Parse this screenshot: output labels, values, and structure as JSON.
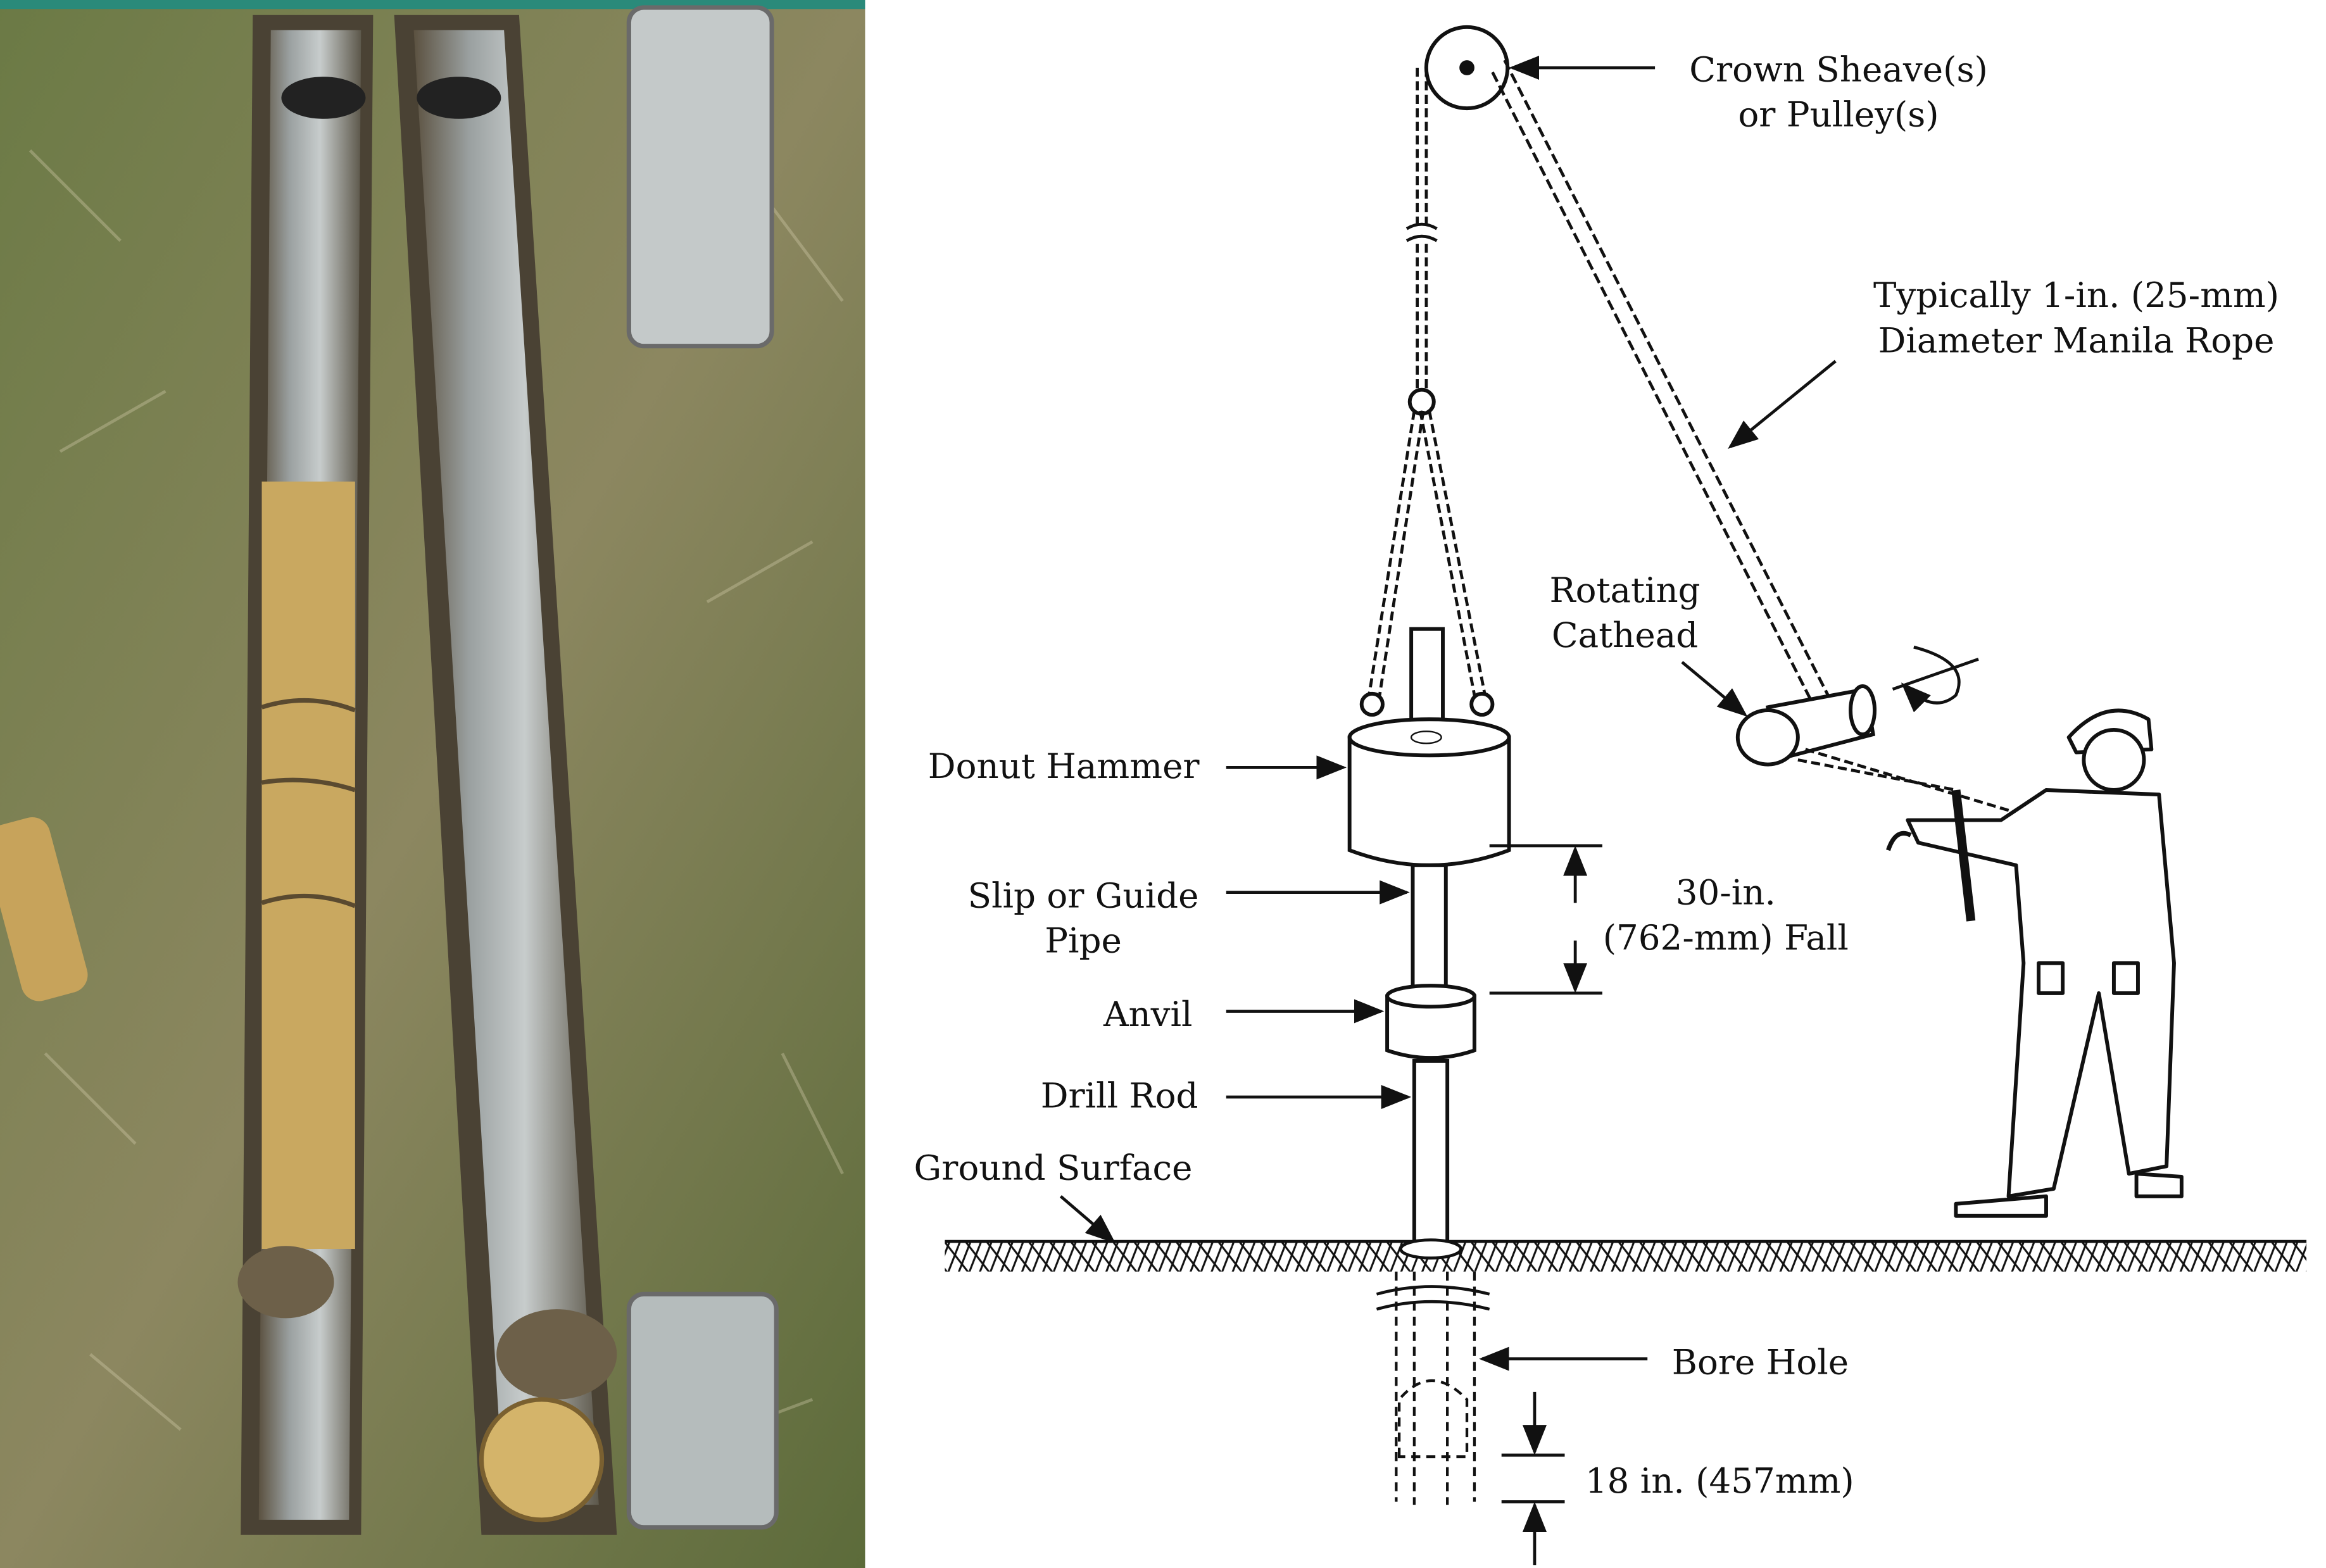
{
  "figure": {
    "photo": {
      "subject": "split-spoon-sampler-photo"
    },
    "diagram": {
      "labels": {
        "crown_sheave_1": "Crown Sheave(s)",
        "crown_sheave_2": "or Pulley(s)",
        "rope_1": "Typically 1-in. (25-mm)",
        "rope_2": "Diameter Manila Rope",
        "cathead_1": "Rotating",
        "cathead_2": "Cathead",
        "donut_hammer": "Donut Hammer",
        "guide_pipe_1": "Slip or Guide",
        "guide_pipe_2": "Pipe",
        "fall_1": "30-in.",
        "fall_2": "(762-mm) Fall",
        "anvil": "Anvil",
        "drill_rod": "Drill Rod",
        "ground_surface": "Ground Surface",
        "bore_hole": "Bore Hole",
        "sample_length": "18 in. (457mm)"
      }
    }
  }
}
